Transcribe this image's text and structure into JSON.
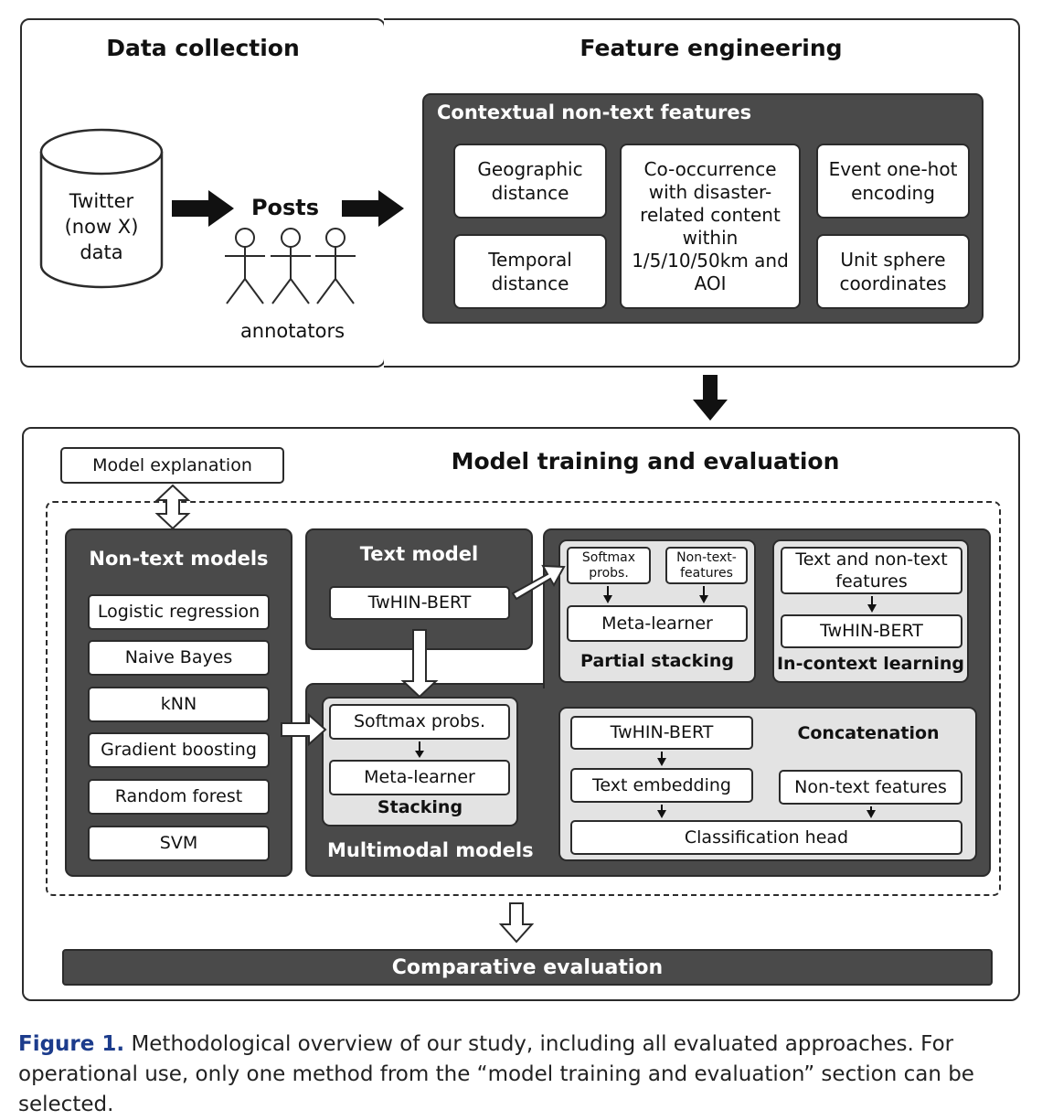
{
  "data_collection": {
    "title": "Data collection",
    "database": "Twitter (now X) data",
    "posts": "Posts",
    "annotators": "annotators"
  },
  "feature_engineering": {
    "title": "Feature engineering",
    "group_title": "Contextual non-text features",
    "features": [
      "Geographic distance",
      "Co-occurrence with disaster-related content within 1/5/10/50km and AOI",
      "Event one-hot encoding",
      "Temporal distance",
      "Unit sphere coordinates"
    ]
  },
  "model_training": {
    "title": "Model training and evaluation",
    "model_explanation": "Model explanation",
    "non_text_models": {
      "title": "Non-text models",
      "items": [
        "Logistic regression",
        "Naive Bayes",
        "kNN",
        "Gradient boosting",
        "Random forest",
        "SVM"
      ]
    },
    "text_model": {
      "title": "Text model",
      "model": "TwHIN-BERT"
    },
    "stacking": {
      "title": "Stacking",
      "softmax": "Softmax probs.",
      "meta": "Meta-learner"
    },
    "multimodal_title": "Multimodal models",
    "partial_stacking": {
      "title": "Partial stacking",
      "softmax": "Softmax probs.",
      "non_text": "Non-text-features",
      "meta": "Meta-learner"
    },
    "in_context": {
      "title": "In-context learning",
      "features": "Text and non-text features",
      "model": "TwHIN-BERT"
    },
    "concatenation": {
      "title": "Concatenation",
      "model": "TwHIN-BERT",
      "embedding": "Text embedding",
      "non_text": "Non-text features",
      "head": "Classification head"
    },
    "comparative": "Comparative evaluation"
  },
  "caption": {
    "label": "Figure 1.",
    "text": "Methodological overview of our study, including all evaluated approaches. For operational use, only one method from the “model training and evaluation” section can be selected."
  }
}
